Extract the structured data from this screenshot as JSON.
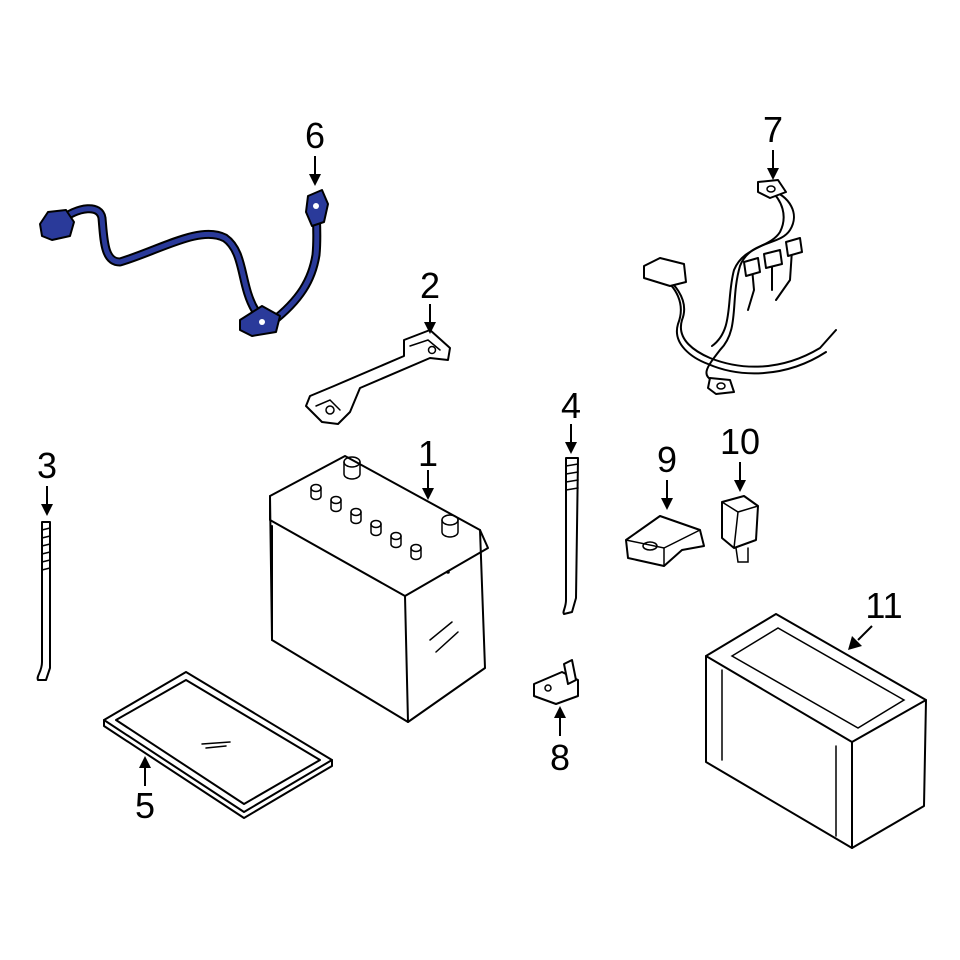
{
  "diagram": {
    "highlight_color": "#2a3a9a",
    "callouts": {
      "c1": "1",
      "c2": "2",
      "c3": "3",
      "c4": "4",
      "c5": "5",
      "c6": "6",
      "c7": "7",
      "c8": "8",
      "c9": "9",
      "c10": "10",
      "c11": "11"
    }
  }
}
